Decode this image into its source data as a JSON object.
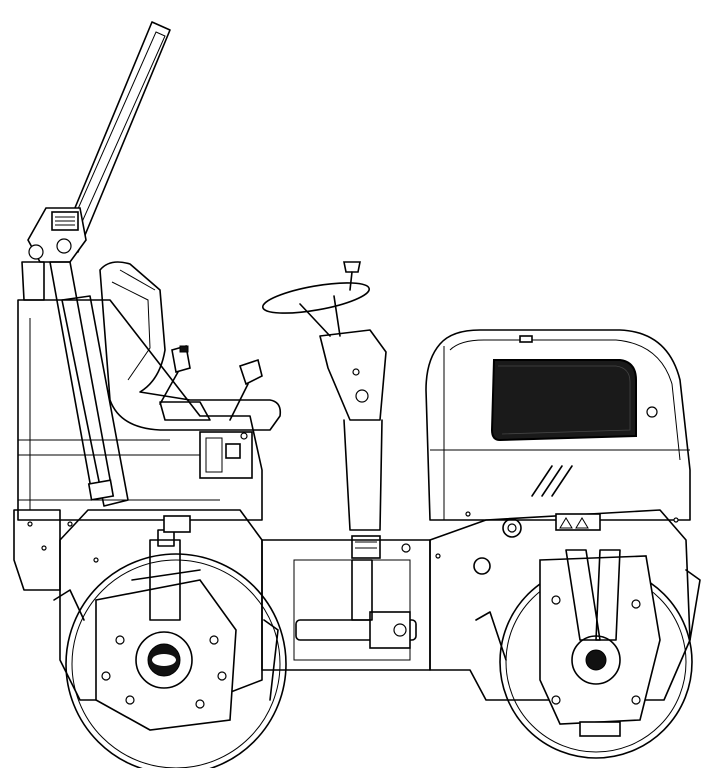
{
  "drawing": {
    "subject": "",
    "style": "line-art",
    "stroke_color": "#000000",
    "background_color": "#ffffff",
    "grille_color": "#1a1a1a"
  },
  "parts": [
    {
      "id": "rops-bar",
      "name": "rollover-bar"
    },
    {
      "id": "seat",
      "name": "operator-seat"
    },
    {
      "id": "steering",
      "name": "steering-wheel"
    },
    {
      "id": "hood",
      "name": "engine-hood"
    },
    {
      "id": "grille",
      "name": "engine-grille"
    },
    {
      "id": "front-drum",
      "name": "front-drum"
    },
    {
      "id": "rear-drum",
      "name": "rear-drum"
    }
  ]
}
